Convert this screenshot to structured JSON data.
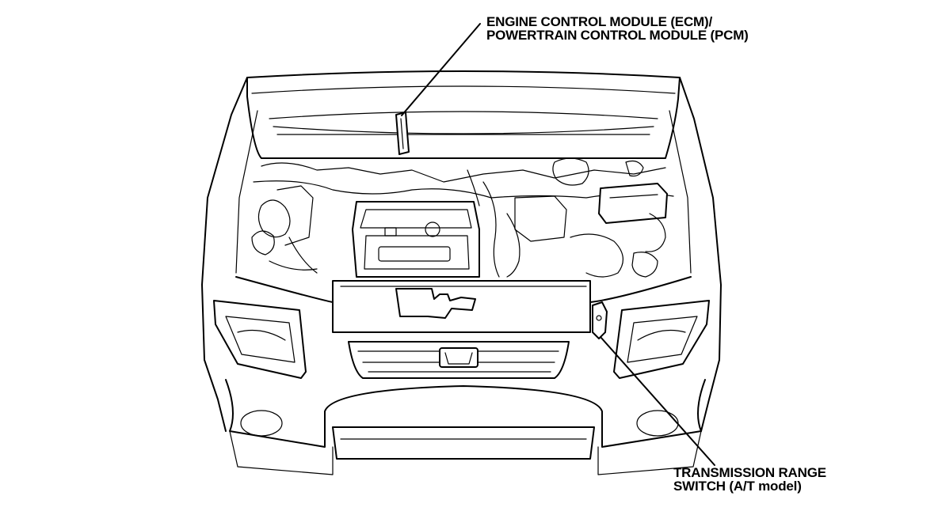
{
  "callouts": {
    "ecm_pcm": {
      "line1": "ENGINE CONTROL MODULE (ECM)/",
      "line2": "POWERTRAIN CONTROL MODULE (PCM)"
    },
    "trs": {
      "line1": "TRANSMISSION RANGE",
      "line2": "SWITCH (A/T model)"
    }
  }
}
